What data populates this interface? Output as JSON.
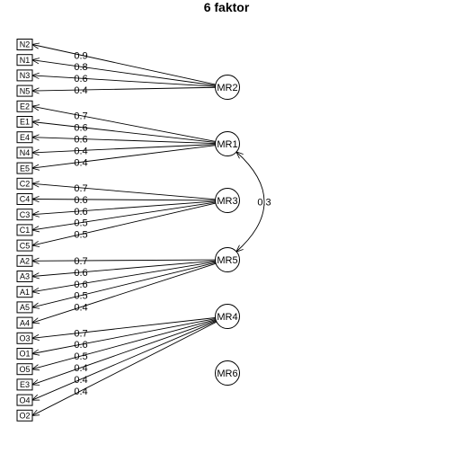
{
  "title": "6 faktor",
  "factors": [
    {
      "name": "MR2",
      "loadings": [
        {
          "item": "N2",
          "value": "0.9"
        },
        {
          "item": "N1",
          "value": "0.8"
        },
        {
          "item": "N3",
          "value": "0.6"
        },
        {
          "item": "N5",
          "value": "0.4"
        }
      ]
    },
    {
      "name": "MR1",
      "loadings": [
        {
          "item": "E2",
          "value": "0.7"
        },
        {
          "item": "E1",
          "value": "0.6"
        },
        {
          "item": "E4",
          "value": "0.6"
        },
        {
          "item": "N4",
          "value": "0.4"
        },
        {
          "item": "E5",
          "value": "0.4"
        }
      ]
    },
    {
      "name": "MR3",
      "loadings": [
        {
          "item": "C2",
          "value": "0.7"
        },
        {
          "item": "C4",
          "value": "0.6"
        },
        {
          "item": "C3",
          "value": "0.6"
        },
        {
          "item": "C1",
          "value": "0.5"
        },
        {
          "item": "C5",
          "value": "0.5"
        }
      ]
    },
    {
      "name": "MR5",
      "loadings": [
        {
          "item": "A2",
          "value": "0.7"
        },
        {
          "item": "A3",
          "value": "0.6"
        },
        {
          "item": "A1",
          "value": "0.6"
        },
        {
          "item": "A5",
          "value": "0.5"
        },
        {
          "item": "A4",
          "value": "0.4"
        }
      ]
    },
    {
      "name": "MR4",
      "loadings": [
        {
          "item": "O3",
          "value": "0.7"
        },
        {
          "item": "O1",
          "value": "0.6"
        },
        {
          "item": "O5",
          "value": "0.5"
        },
        {
          "item": "E3",
          "value": "0.4"
        },
        {
          "item": "O4",
          "value": "0.4"
        },
        {
          "item": "O2",
          "value": "0.4"
        }
      ]
    },
    {
      "name": "MR6",
      "loadings": []
    }
  ],
  "correlations": [
    {
      "from": "MR1",
      "to": "MR5",
      "value": "0.3"
    }
  ]
}
